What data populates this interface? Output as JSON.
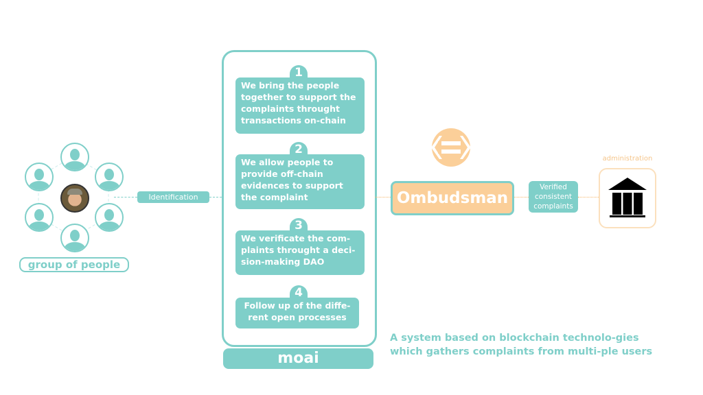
{
  "group": {
    "label": "group of people",
    "members": [
      "person-top",
      "person-top-right",
      "person-bottom-right",
      "person-bottom",
      "person-bottom-left",
      "person-top-left"
    ],
    "center": "photo-avatar"
  },
  "identification": {
    "label": "Identification"
  },
  "moai": {
    "label": "moai",
    "steps": [
      {
        "number": "1",
        "text": "We bring the people together to support the complaints throught transactions on-chain"
      },
      {
        "number": "2",
        "text": "We allow people to provide off-chain  evidences to support the complaint"
      },
      {
        "number": "3",
        "text": "We verificate the com-plaints throught a deci-sion-making DAO"
      },
      {
        "number": "4",
        "text": "Follow up of the diffe-rent open processes"
      }
    ]
  },
  "ombudsman": {
    "label": "Ombudsman",
    "logo": "ombudsman-logo-icon"
  },
  "verified": {
    "label": "Verified consistent complaints"
  },
  "administration": {
    "label": "administration",
    "icon": "bank-building-icon"
  },
  "description": "A system based on blockchain technolo-gies which gathers complaints from multi-ple users",
  "colors": {
    "teal": "#7fcfc9",
    "orange": "#fbcf99",
    "admin_border": "#fbe0bd"
  }
}
